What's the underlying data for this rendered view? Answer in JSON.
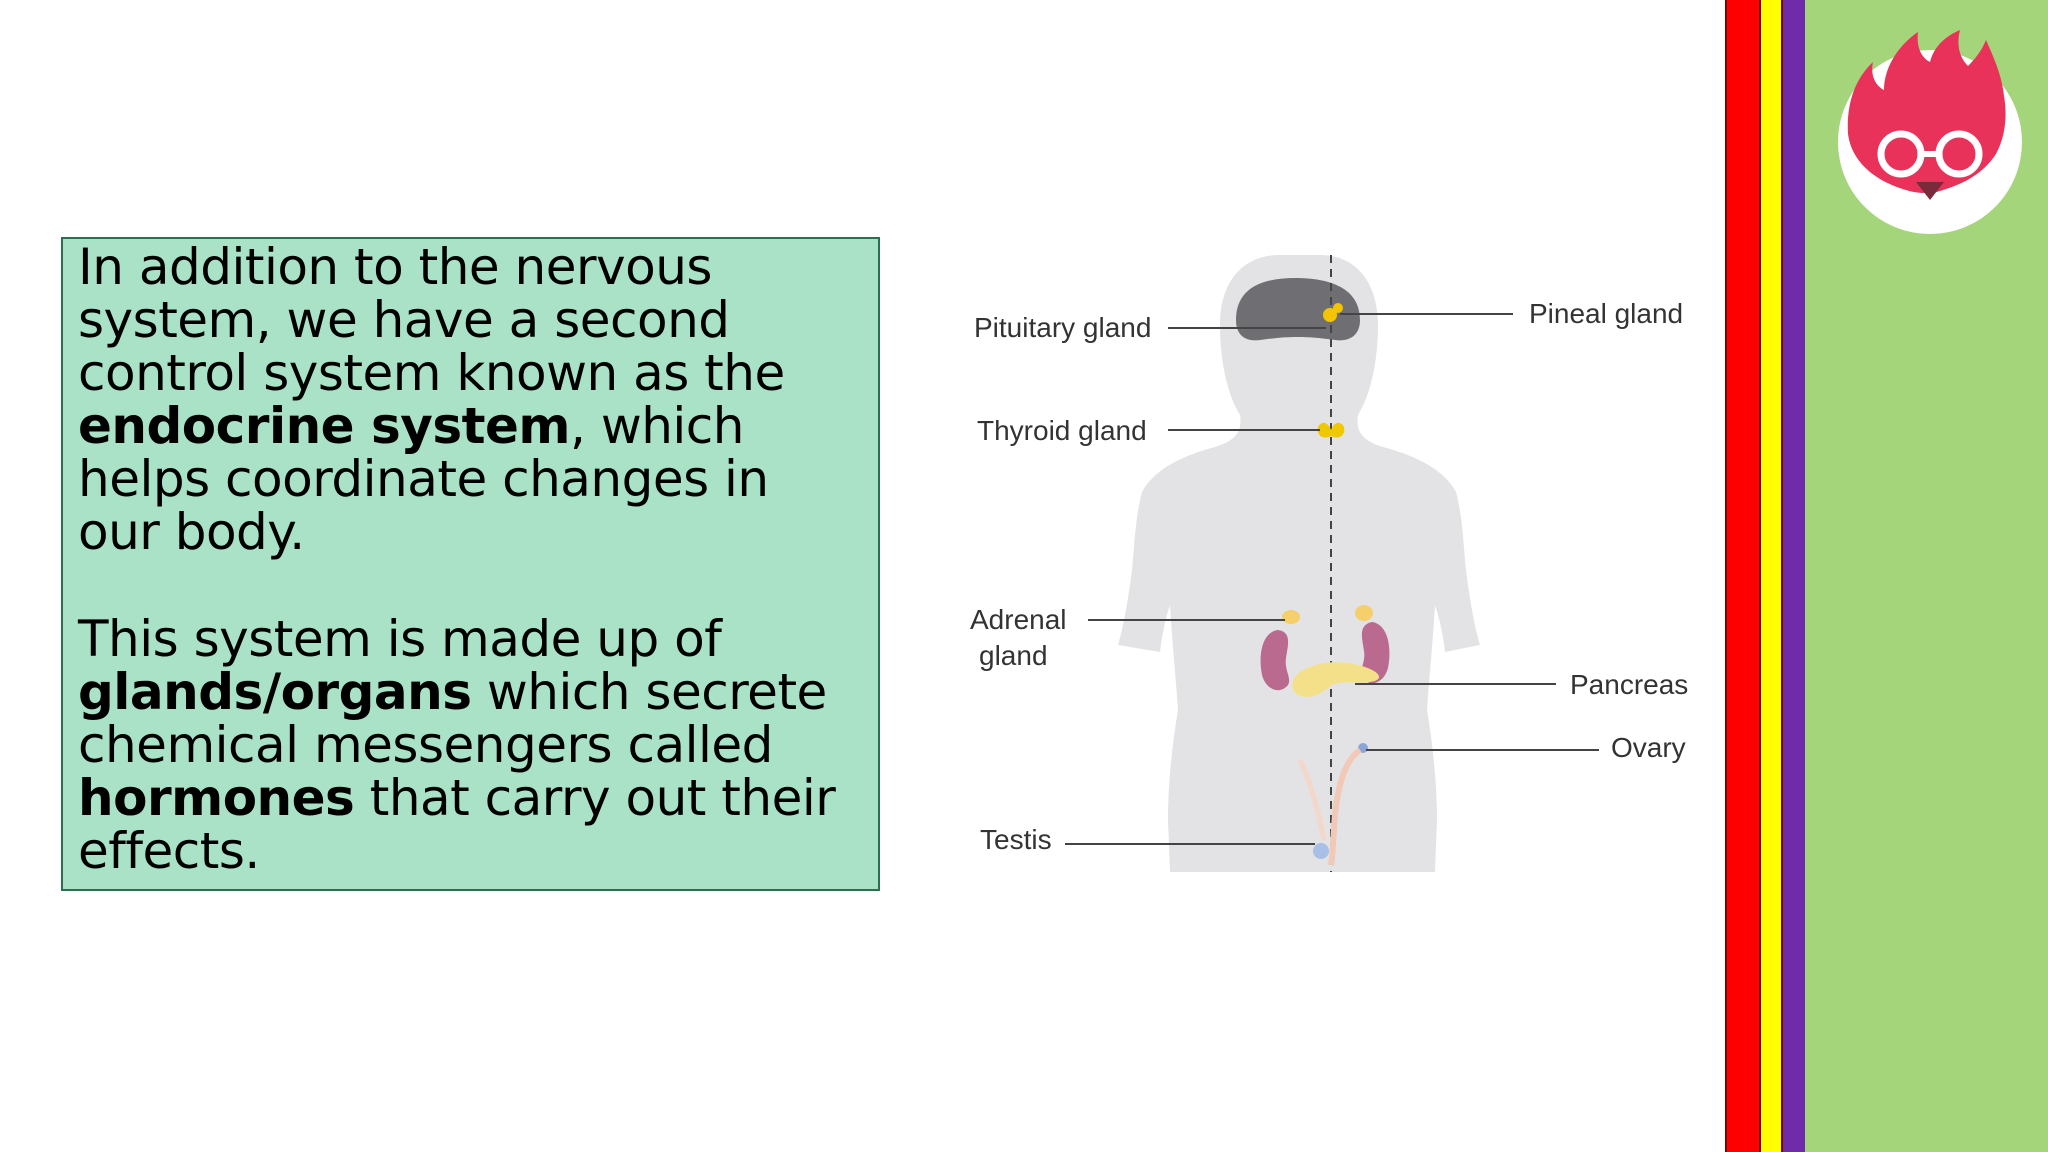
{
  "text_box": {
    "para1": {
      "a": "In addition to the nervous system, we have a second control system known as the ",
      "b": "endocrine system",
      "c": ", which helps coordinate changes in our body."
    },
    "para2": {
      "a": "This system is made up of ",
      "b": "glands/organs",
      "c": " which secrete chemical messengers called ",
      "d": "hormones",
      "e": " that carry out their effects."
    }
  },
  "diagram": {
    "labels": {
      "pituitary": "Pituitary gland",
      "pineal": "Pineal gland",
      "thyroid": "Thyroid gland",
      "adrenal_1": "Adrenal",
      "adrenal_2": "gland",
      "pancreas": "Pancreas",
      "ovary": "Ovary",
      "testis": "Testis"
    }
  },
  "colors": {
    "text_box_fill": "#a9e2c7",
    "stripe_red": "#ff0000",
    "stripe_yellow": "#ffff00",
    "stripe_purple": "#6f2ca8",
    "side_panel": "#a4d57a",
    "mascot": "#e8325a"
  },
  "mascot": {
    "icon": "flame-mascot-with-glasses-icon"
  }
}
